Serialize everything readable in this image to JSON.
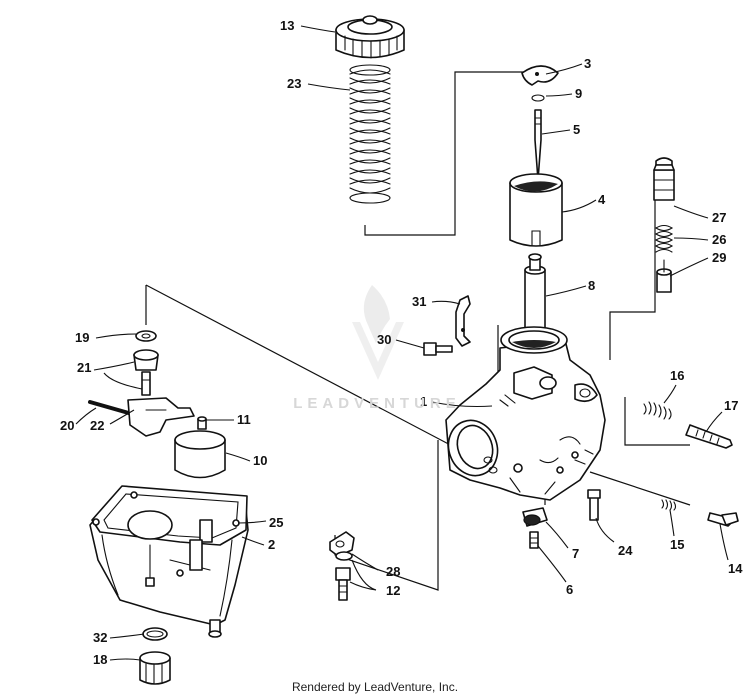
{
  "diagram": {
    "callouts": [
      {
        "id": "c1",
        "number": "1"
      },
      {
        "id": "c2",
        "number": "2"
      },
      {
        "id": "c3",
        "number": "3"
      },
      {
        "id": "c4",
        "number": "4"
      },
      {
        "id": "c5",
        "number": "5"
      },
      {
        "id": "c6",
        "number": "6"
      },
      {
        "id": "c7",
        "number": "7"
      },
      {
        "id": "c8",
        "number": "8"
      },
      {
        "id": "c9",
        "number": "9"
      },
      {
        "id": "c10",
        "number": "10"
      },
      {
        "id": "c11",
        "number": "11"
      },
      {
        "id": "c12",
        "number": "12"
      },
      {
        "id": "c13",
        "number": "13"
      },
      {
        "id": "c14",
        "number": "14"
      },
      {
        "id": "c15",
        "number": "15"
      },
      {
        "id": "c16",
        "number": "16"
      },
      {
        "id": "c17",
        "number": "17"
      },
      {
        "id": "c18",
        "number": "18"
      },
      {
        "id": "c19",
        "number": "19"
      },
      {
        "id": "c20",
        "number": "20"
      },
      {
        "id": "c21",
        "number": "21"
      },
      {
        "id": "c22",
        "number": "22"
      },
      {
        "id": "c23",
        "number": "23"
      },
      {
        "id": "c24",
        "number": "24"
      },
      {
        "id": "c25",
        "number": "25"
      },
      {
        "id": "c26",
        "number": "26"
      },
      {
        "id": "c27",
        "number": "27"
      },
      {
        "id": "c28",
        "number": "28"
      },
      {
        "id": "c29",
        "number": "29"
      },
      {
        "id": "c30",
        "number": "30"
      },
      {
        "id": "c31",
        "number": "31"
      },
      {
        "id": "c32",
        "number": "32"
      }
    ],
    "watermark": "LEADVENTURE"
  },
  "footer": {
    "credit": "Rendered by LeadVenture, Inc."
  }
}
